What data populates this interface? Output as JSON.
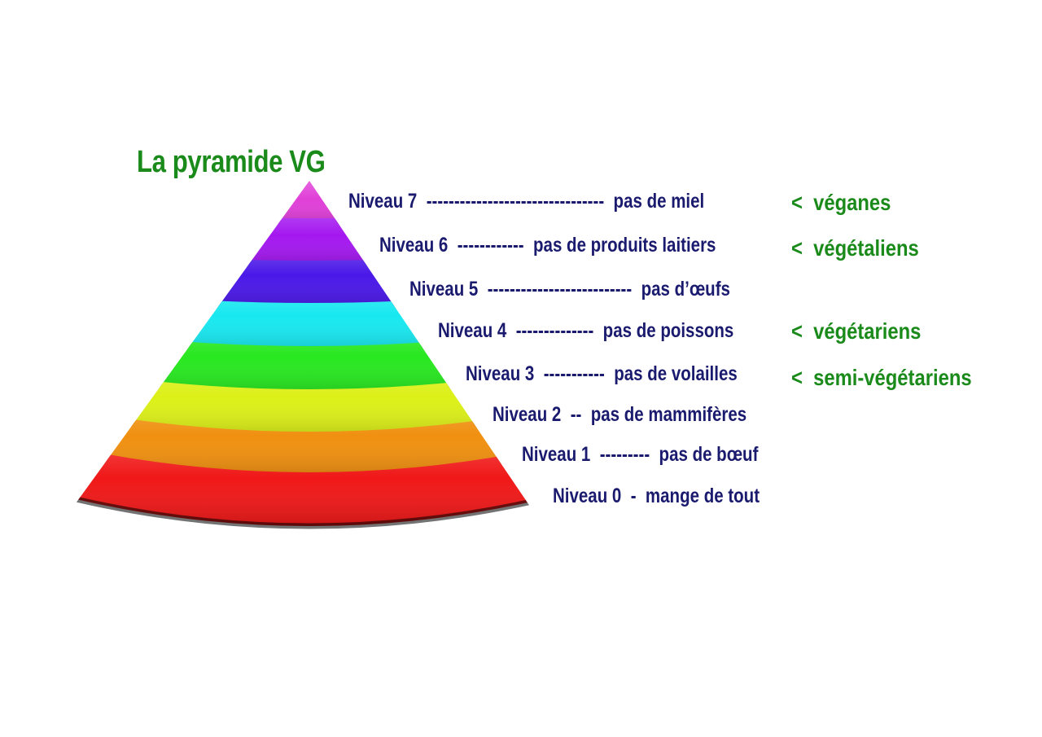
{
  "title": "La pyramide VG",
  "levels": [
    {
      "label": "Niveau 7  --------------------------------  pas de miel",
      "color": "#e040d8"
    },
    {
      "label": "Niveau 6  ------------  pas de produits laitiers",
      "color": "#a418f0"
    },
    {
      "label": "Niveau 5  --------------------------  pas d’œufs",
      "color": "#4a18e8"
    },
    {
      "label": "Niveau 4  --------------  pas de poissons",
      "color": "#18e8f0"
    },
    {
      "label": "Niveau 3  -----------  pas de volailles",
      "color": "#28e820"
    },
    {
      "label": "Niveau 2  --  pas de mammifères",
      "color": "#dcf018"
    },
    {
      "label": "Niveau 1  ---------  pas de bœuf",
      "color": "#f09010"
    },
    {
      "label": "Niveau 0  -  mange de tout",
      "color": "#f01818"
    }
  ],
  "groups": [
    {
      "label": "<  véganes"
    },
    {
      "label": "<  végétaliens"
    },
    {
      "label": "<  végétariens"
    },
    {
      "label": "<  semi-végétariens"
    }
  ],
  "colors": {
    "title": "#1a8a1a",
    "level_text": "#1a1a6e",
    "group_text": "#1a8a1a",
    "background": "#ffffff"
  }
}
